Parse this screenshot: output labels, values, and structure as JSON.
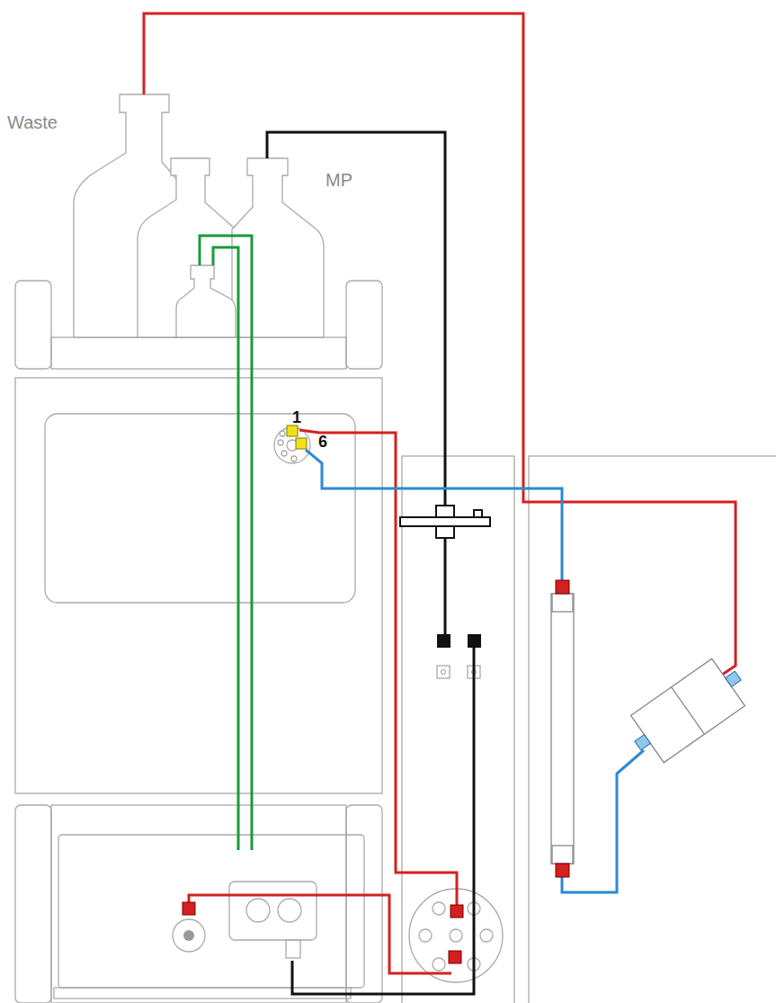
{
  "diagram": {
    "labels": [
      "Waste",
      "MP",
      "1",
      "6"
    ]
  }
}
